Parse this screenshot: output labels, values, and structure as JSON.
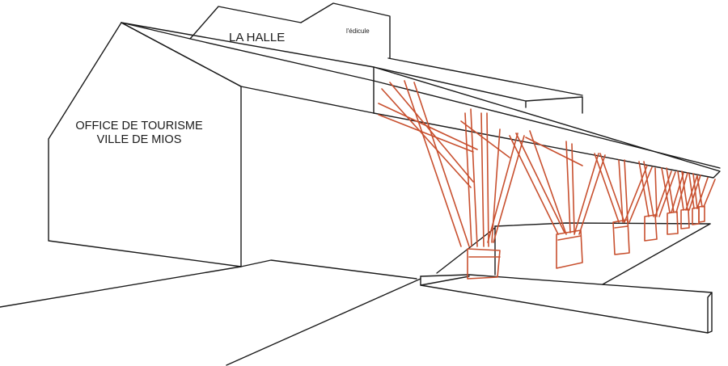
{
  "labels": {
    "office_line1": "OFFICE DE TOURISME",
    "office_line2": "VILLE DE MIOS",
    "halle": "LA HALLE",
    "edicule": "l'édicule"
  },
  "colors": {
    "outline": "#1a1a1a",
    "timber_structure": "#c8502f",
    "background": "#ffffff"
  }
}
